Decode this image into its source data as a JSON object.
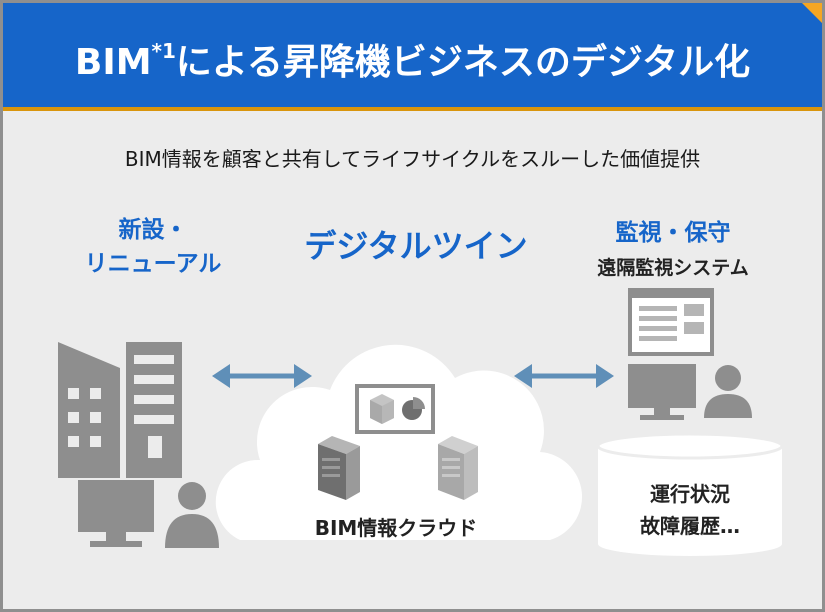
{
  "header": {
    "title_main": "BIM",
    "title_sup": "*1",
    "title_rest": "による昇降機ビジネスのデジタル化"
  },
  "subtitle": "BIM情報を顧客と共有してライフサイクルをスルーした価値提供",
  "left_section": {
    "line1": "新設・",
    "line2": "リニューアル"
  },
  "center_section": {
    "heading": "デジタルツイン",
    "cloud_label": "BIM情報クラウド"
  },
  "right_section": {
    "heading": "監視・保守",
    "subheading": "遠隔監視システム",
    "db_line1": "運行状況",
    "db_line2": "故障履歴…"
  },
  "colors": {
    "brand_blue": "#1665c9",
    "accent_orange": "#f5a623",
    "arrow_blue": "#5f8fb8",
    "icon_gray": "#8e8e8e"
  }
}
